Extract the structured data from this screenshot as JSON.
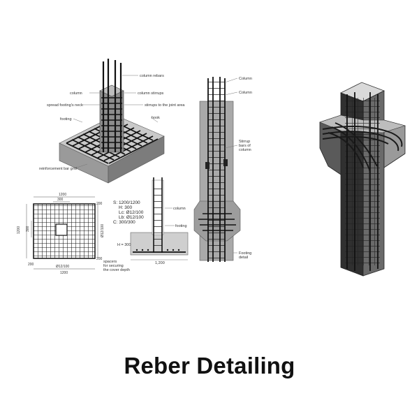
{
  "title": "Reber Detailing",
  "footing_3d": {
    "labels": {
      "column_rebars": "column rebars",
      "column": "column",
      "column_stirrups": "column stirrups",
      "spread_footing_neck": "spread footing's neck",
      "stirrups_to_joint": "stirrups to the joint area",
      "hook": "hook",
      "footing": "footing",
      "reinforcement_grid": "reinforcement bar grid"
    }
  },
  "plan_view": {
    "dims": {
      "top_outer": "1200",
      "top_inner": "300",
      "left_outer": "1200",
      "left_inner": "300",
      "right_label": "Ø12/100",
      "corner_tl": "200",
      "corner_br": "200",
      "bottom_corner": "200",
      "bottom_label": "Ø12/100",
      "bottom_outer": "1200"
    }
  },
  "section_view": {
    "spec": [
      "S: 1200/1200",
      "H: 300",
      "Lc: Ø12/100",
      "Lb: Ø12/100",
      "C: 300/300"
    ],
    "labels": {
      "column": "column",
      "footing": "footing",
      "height": "H = 300",
      "spacers": [
        "spacers",
        "for securing",
        "the cover depth"
      ],
      "bottom": "1,200"
    }
  },
  "column_elevation": {
    "labels": {
      "top1": "Column",
      "top2": "Column",
      "mid": [
        "Stirrup",
        "bars of",
        "column"
      ],
      "bottom": [
        "Footing",
        "detail"
      ]
    }
  }
}
